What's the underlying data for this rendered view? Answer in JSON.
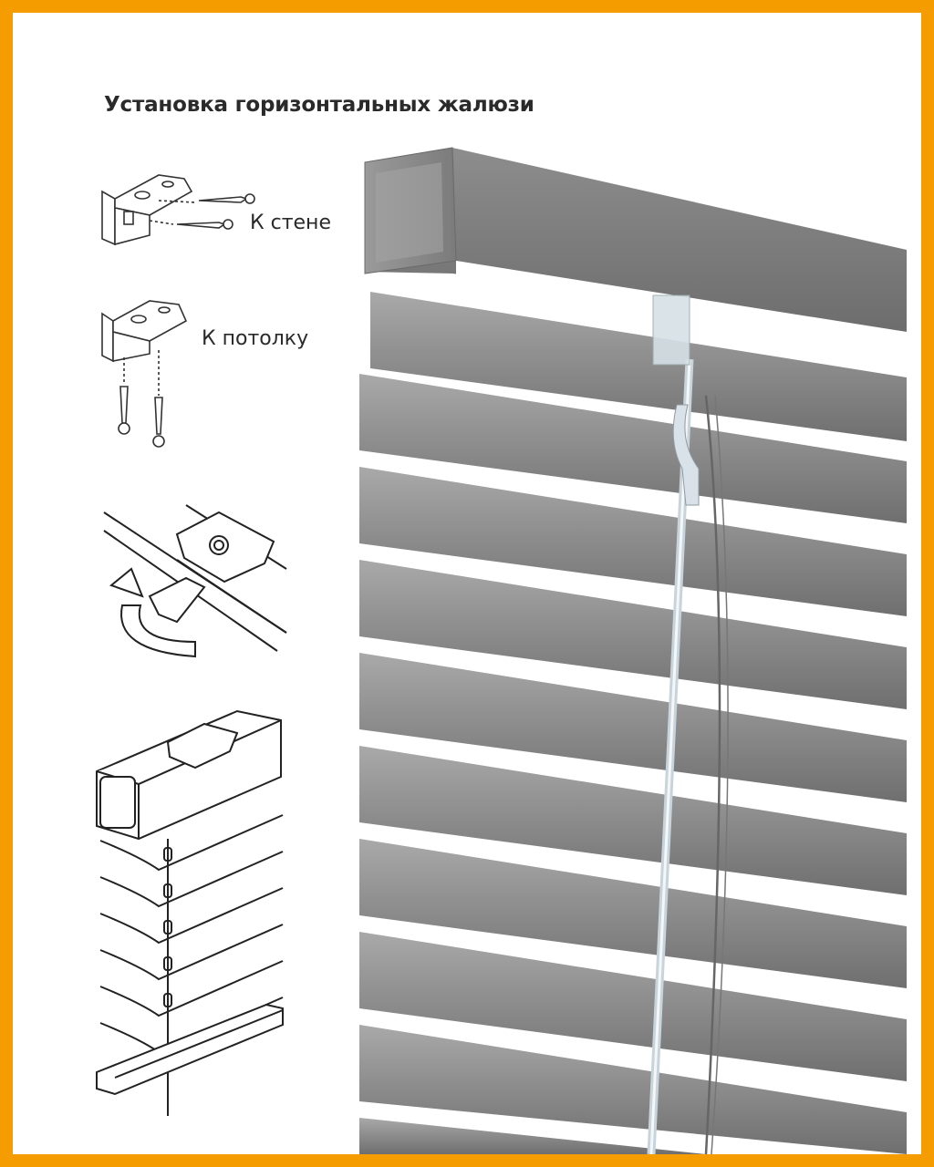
{
  "title": "Установка горизонтальных жалюзи",
  "labels": {
    "wall_mount": "К стене",
    "ceiling_mount": "К потолку"
  },
  "icons": {
    "wall_bracket": "wall-mount-bracket-icon",
    "ceiling_bracket": "ceiling-mount-bracket-icon",
    "clip": "bracket-clip-rotate-icon",
    "blind": "assembled-blind-diagram-icon"
  },
  "colors": {
    "frame": "#f59c00",
    "background": "#ffffff",
    "text": "#2a2a2a",
    "slat": "#8f8f8f"
  }
}
